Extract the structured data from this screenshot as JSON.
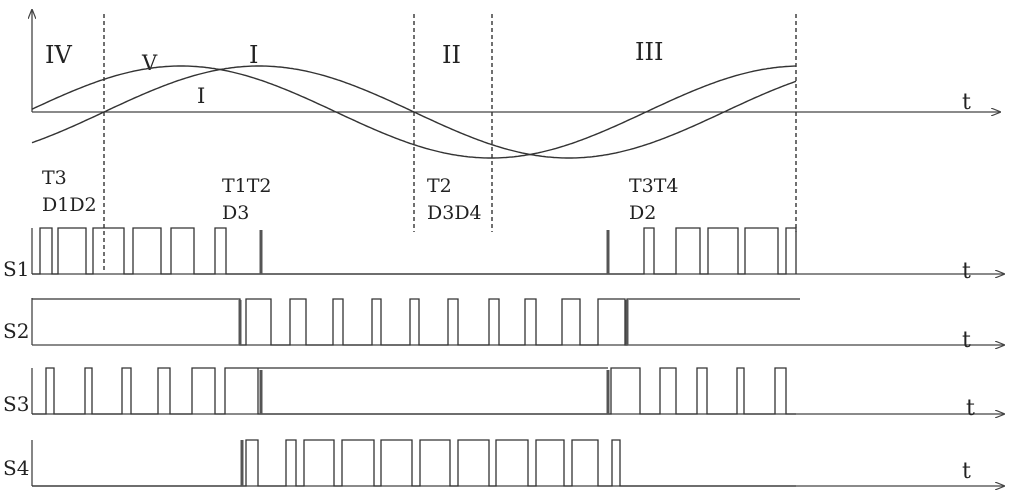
{
  "regions": [
    "IV",
    "I",
    "II",
    "III"
  ],
  "waves": {
    "voltage_label": "V",
    "current_label": "I"
  },
  "switch_states": [
    {
      "line1": "T3",
      "line2": "D1D2"
    },
    {
      "line1": "T1T2",
      "line2": "D3"
    },
    {
      "line1": "T2",
      "line2": "D3D4"
    },
    {
      "line1": "T3T4",
      "line2": "D2"
    }
  ],
  "signals": [
    "S1",
    "S2",
    "S3",
    "S4"
  ],
  "axis_label": "t"
}
